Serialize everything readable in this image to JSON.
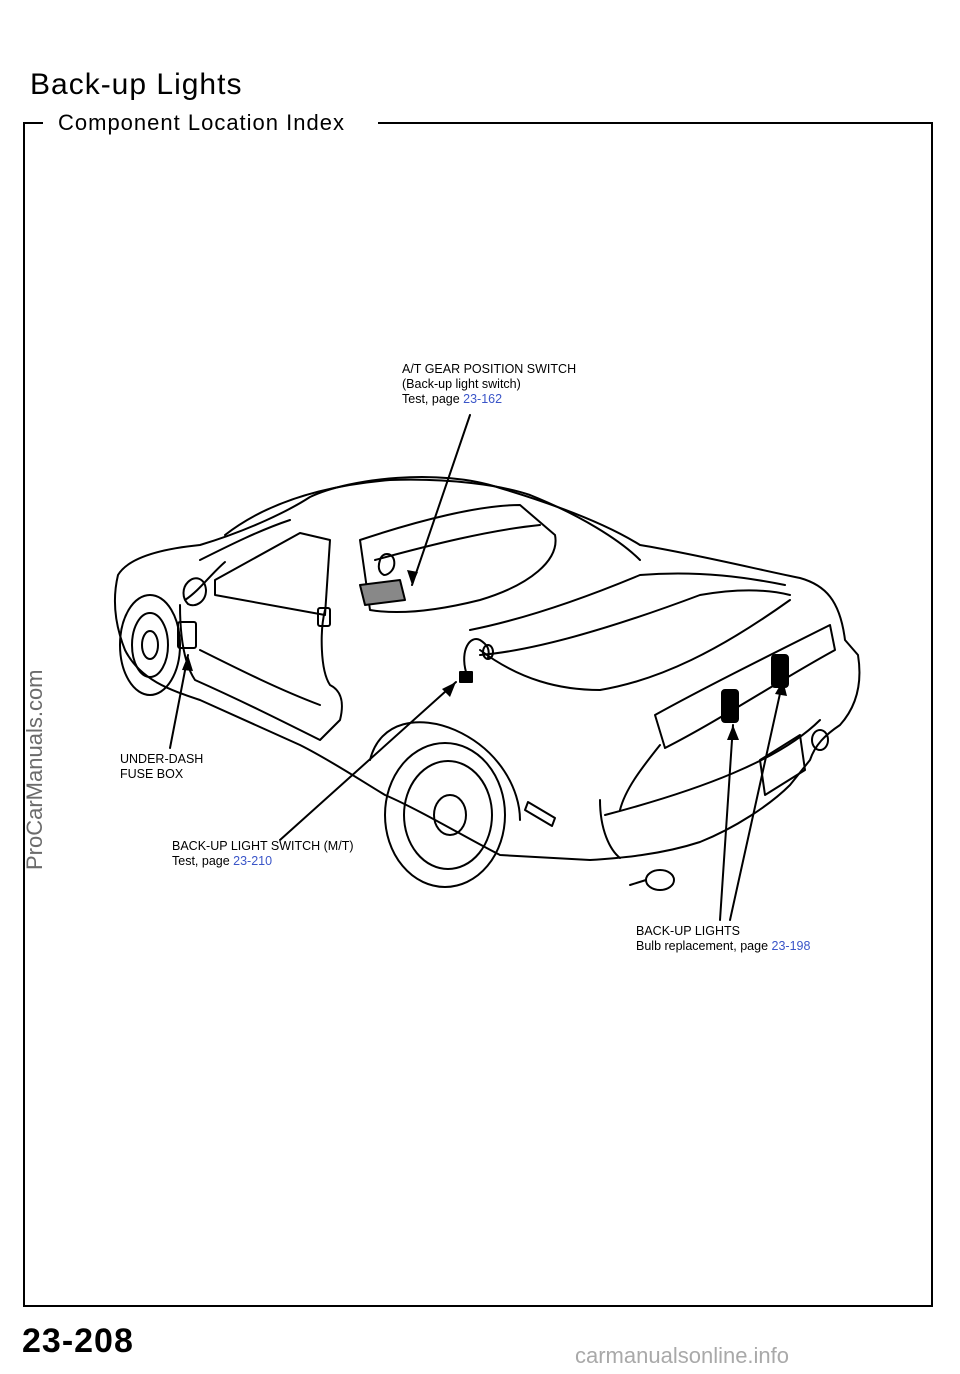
{
  "page": {
    "title": "Back-up Lights",
    "section_title": "Component Location Index",
    "page_number": "23-208"
  },
  "callouts": {
    "at_gear_switch": {
      "line1": "A/T GEAR POSITION SWITCH",
      "line2": "(Back-up light switch)",
      "line3_prefix": "Test, page ",
      "line3_link": "23-162"
    },
    "under_dash_fuse_box": {
      "line1": "UNDER-DASH",
      "line2": "FUSE BOX"
    },
    "backup_light_switch_mt": {
      "line1": "BACK-UP LIGHT SWITCH (M/T)",
      "line2_prefix": "Test, page ",
      "line2_link": "23-210"
    },
    "backup_lights": {
      "line1": "BACK-UP LIGHTS",
      "line2_prefix": "Bulb  replacement,  page ",
      "line2_link": "23-198"
    }
  },
  "watermarks": {
    "left": "ProCarManuals.com",
    "bottom": "carmanualsonline.info"
  },
  "colors": {
    "link": "#3a55c8",
    "watermark_left": "#6b6b6b",
    "watermark_bottom": "#a9a9a9"
  }
}
